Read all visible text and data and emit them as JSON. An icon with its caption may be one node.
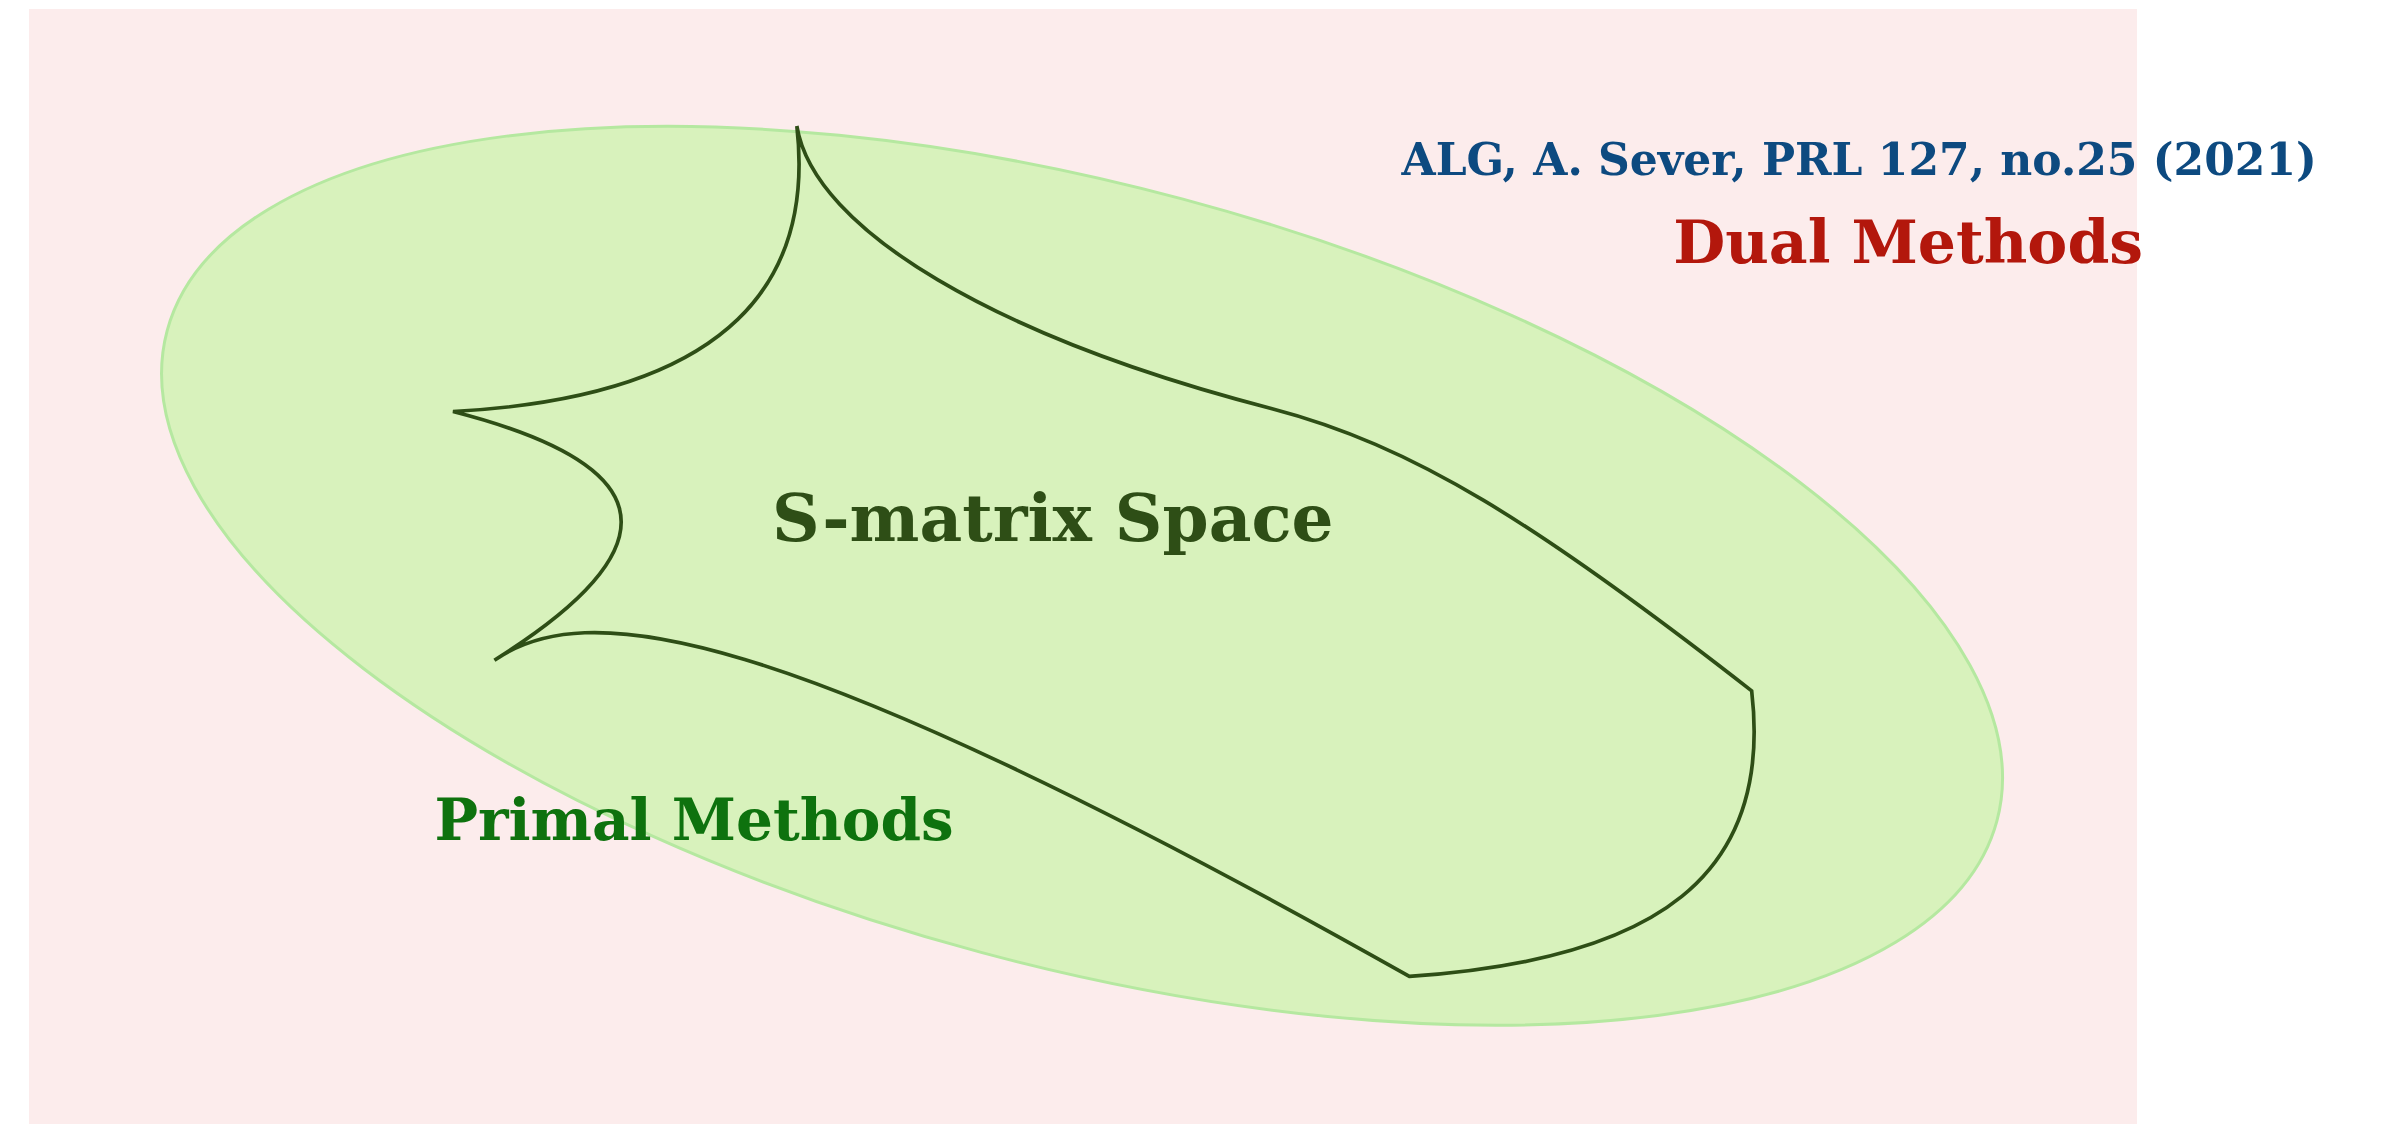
{
  "diagram": {
    "nodes": [
      {
        "text": [
          "Dual Methods"
        ]
      },
      {
        "text": [
          "Primal Methods"
        ],
        "in": 0
      },
      {
        "text": [
          "S-matrix Space"
        ],
        "in": 1
      }
    ],
    "labels": [
      "ALG, A. Sever, PRL 127, no.25 (2021)"
    ]
  }
}
